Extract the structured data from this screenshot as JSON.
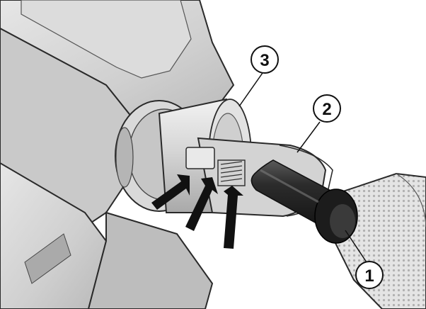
{
  "callouts": {
    "c1": "1",
    "c2": "2",
    "c3": "3"
  },
  "colors": {
    "background": "#ffffff",
    "housing_fill": "#d4d4d4",
    "housing_shadow": "#b8b8b8",
    "housing_light": "#ececec",
    "outline": "#2a2a2a",
    "tool_handle": "#2b2b2b",
    "arrow": "#111111",
    "callout_circle": "#ffffff"
  },
  "icons": {
    "arrows": "black-arrow-icon",
    "tool": "extraction-tool-icon"
  }
}
